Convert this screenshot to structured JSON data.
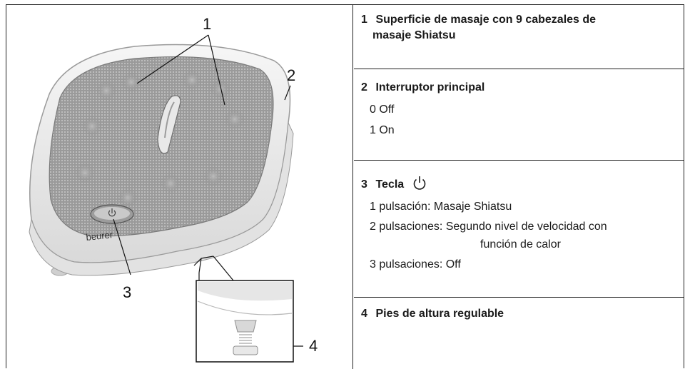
{
  "figure": {
    "callouts": [
      "1",
      "2",
      "3",
      "4"
    ],
    "brand": "beurer"
  },
  "legend": {
    "items": [
      {
        "number": "1",
        "title_line1": "Superficie de masaje con 9 cabezales de",
        "title_line2": "masaje Shiatsu"
      },
      {
        "number": "2",
        "title": "Interruptor principal",
        "lines": [
          "0  Off",
          "1 On"
        ]
      },
      {
        "number": "3",
        "title": "Tecla",
        "icon": "power-icon",
        "lines": [
          "1 pulsación: Masaje Shiatsu",
          "2 pulsaciones: Segundo nivel de velocidad con",
          "función de calor",
          "3 pulsaciones: Off"
        ]
      },
      {
        "number": "4",
        "title": "Pies de altura regulable"
      }
    ]
  }
}
